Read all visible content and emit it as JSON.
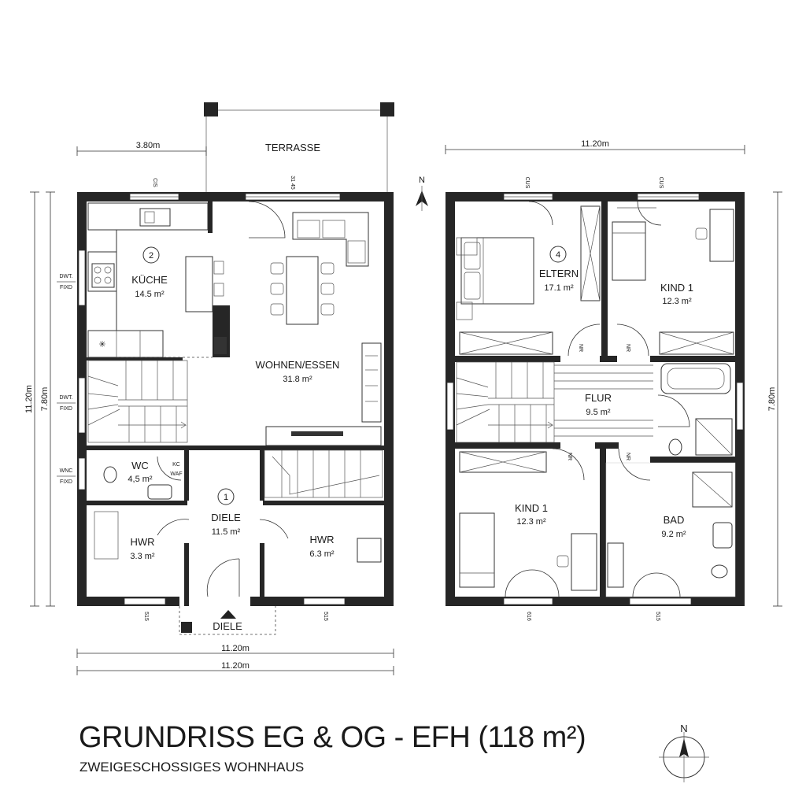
{
  "title": "GRUNDRISS EG & OG - EFH (118 m²)",
  "subtitle": "ZWEIGESCHOSSIGES WOHNHAUS",
  "north_label": "N",
  "ground_floor": {
    "terrace": "TERRASSE",
    "entrance_label": "DIELE",
    "rooms": {
      "kueche": {
        "number": "2",
        "name": "KÜCHE",
        "area": "14.5 m²"
      },
      "wohnen": {
        "name": "WOHNEN/ESSEN",
        "area": "31.8 m²"
      },
      "wc": {
        "name": "WC",
        "area": "4,5 m²"
      },
      "diele": {
        "number": "1",
        "name": "DIELE",
        "area": "11.5 m²"
      },
      "hwr_left": {
        "name": "HWR",
        "area": "3.3 m²"
      },
      "hwr_right": {
        "name": "HWR",
        "area": "6.3 m²"
      }
    },
    "wc_tag": [
      "KC",
      "WAF"
    ],
    "window_left": [
      [
        "DWT.",
        "FIXD"
      ],
      [
        "DWT.",
        "FIXD"
      ],
      [
        "WNC",
        "FIXD"
      ]
    ],
    "window_top": [
      "CIS",
      "31 45"
    ],
    "window_bottom": [
      "515",
      "515"
    ],
    "dims": {
      "terrace_width": "3.80m",
      "width_1": "11.20m",
      "width_2": "11.20m",
      "height_outer": "11.20m",
      "height_inner": "7.80m"
    }
  },
  "upper_floor": {
    "rooms": {
      "eltern": {
        "number": "4",
        "name": "ELTERN",
        "area": "17.1 m²"
      },
      "kind_top": {
        "name": "KIND 1",
        "area": "12.3 m²"
      },
      "flur": {
        "name": "FLUR",
        "area": "9.5 m²"
      },
      "kind_bottom": {
        "name": "KIND 1",
        "area": "12.3 m²"
      },
      "bad": {
        "name": "BAD",
        "area": "9.2 m²"
      }
    },
    "door_tags": [
      "NR",
      "NR",
      "NR",
      "NR"
    ],
    "window_top": [
      "CUS",
      "CUS"
    ],
    "window_bottom": [
      "616",
      "515"
    ],
    "dims": {
      "width": "11.20m",
      "height": "7.80m"
    }
  }
}
